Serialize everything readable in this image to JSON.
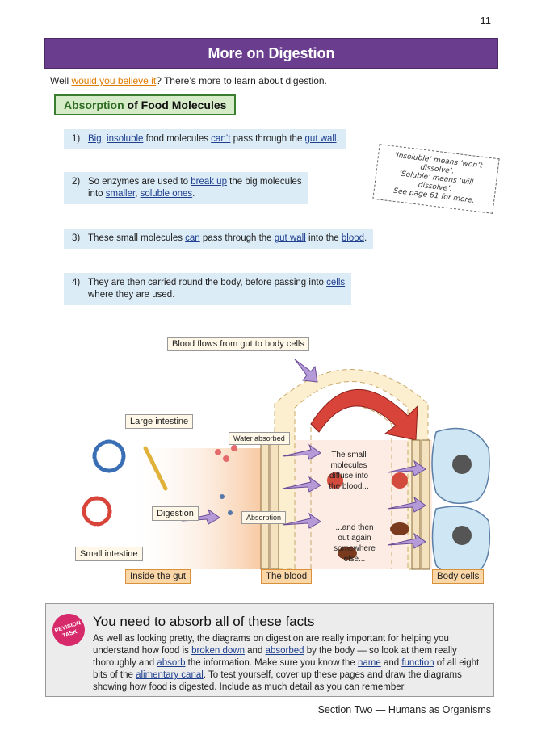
{
  "page_number": "11",
  "title": "More on Digestion",
  "intro": {
    "before": "Well ",
    "link": "would you believe it",
    "after": "?  There’s more to learn about digestion."
  },
  "section_heading": {
    "part1": "Absorption",
    "part2": " of Food Molecules"
  },
  "facts": [
    {
      "num": "1)",
      "segments": [
        {
          "t": "Big",
          "u": true
        },
        {
          "t": ", "
        },
        {
          "t": "insoluble",
          "u": true
        },
        {
          "t": " food molecules "
        },
        {
          "t": "can’t",
          "u": true
        },
        {
          "t": " pass through the "
        },
        {
          "t": "gut wall",
          "u": true
        },
        {
          "t": "."
        }
      ]
    },
    {
      "num": "2)",
      "segments": [
        {
          "t": "So enzymes are used to "
        },
        {
          "t": "break up",
          "u": true
        },
        {
          "t": " the big molecules"
        },
        {
          "br": true
        },
        {
          "t": "into "
        },
        {
          "t": "smaller",
          "u": true
        },
        {
          "t": ", "
        },
        {
          "t": "soluble ones",
          "u": true
        },
        {
          "t": "."
        }
      ]
    },
    {
      "num": "3)",
      "segments": [
        {
          "t": "These small molecules "
        },
        {
          "t": "can",
          "u": true
        },
        {
          "t": " pass through the "
        },
        {
          "t": "gut wall",
          "u": true
        },
        {
          "t": " into the "
        },
        {
          "t": "blood",
          "u": true
        },
        {
          "t": "."
        }
      ]
    },
    {
      "num": "4)",
      "segments": [
        {
          "t": "They are then carried round the body, before passing into "
        },
        {
          "t": "cells",
          "u": true
        },
        {
          "br": true
        },
        {
          "t": "where they are used."
        }
      ]
    }
  ],
  "note": {
    "line1": "‘Insoluble’ means ‘won’t dissolve’.",
    "line2": "‘Soluble’ means ‘will dissolve’.",
    "line3": "See page 61 for more."
  },
  "diagram": {
    "blood_flow": "Blood flows from gut to body cells",
    "large_intestine": "Large intestine",
    "water_absorbed": "Water absorbed",
    "digestion": "Digestion",
    "absorption": "Absorption",
    "small_intestine": "Small intestine",
    "diffuse_l1": "The small",
    "diffuse_l2": "molecules",
    "diffuse_l3": "diffuse into",
    "diffuse_l4": "the blood...",
    "out_l1": "...and then",
    "out_l2": "out again",
    "out_l3": "somewhere",
    "out_l4": "else...",
    "inside_gut": "Inside the gut",
    "the_blood": "The blood",
    "body_cells": "Body cells"
  },
  "revision": {
    "badge_l1": "REVISION",
    "badge_l2": "TASK",
    "title": "You need to absorb all of these facts",
    "segments": [
      {
        "t": "As well as looking pretty, the diagrams on digestion are really important for helping you understand how food is "
      },
      {
        "t": "broken down",
        "u": true
      },
      {
        "t": " and "
      },
      {
        "t": "absorbed",
        "u": true
      },
      {
        "t": " by the body — so look at them really thoroughly and "
      },
      {
        "t": "absorb",
        "u": true
      },
      {
        "t": " the information.  Make sure you know the "
      },
      {
        "t": "name",
        "u": true
      },
      {
        "t": " and "
      },
      {
        "t": "function",
        "u": true
      },
      {
        "t": " of all eight bits of the "
      },
      {
        "t": "alimentary canal",
        "u": true
      },
      {
        "t": ".  To test yourself, cover up these pages and draw the diagrams showing how food is digested.  Include as much detail as you can remember."
      }
    ]
  },
  "footer": "Section Two — Humans as Organisms"
}
